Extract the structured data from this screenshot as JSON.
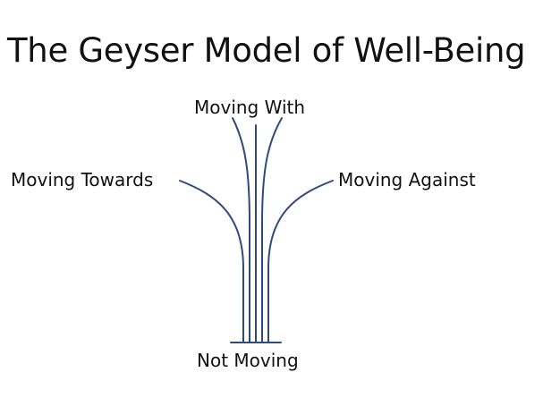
{
  "diagram": {
    "title": "The Geyser Model of Well-Being",
    "labels": {
      "moving_with": "Moving With",
      "moving_towards": "Moving Towards",
      "moving_against": "Moving Against",
      "not_moving": "Not Moving"
    },
    "line_color": "#2f4a7f"
  }
}
